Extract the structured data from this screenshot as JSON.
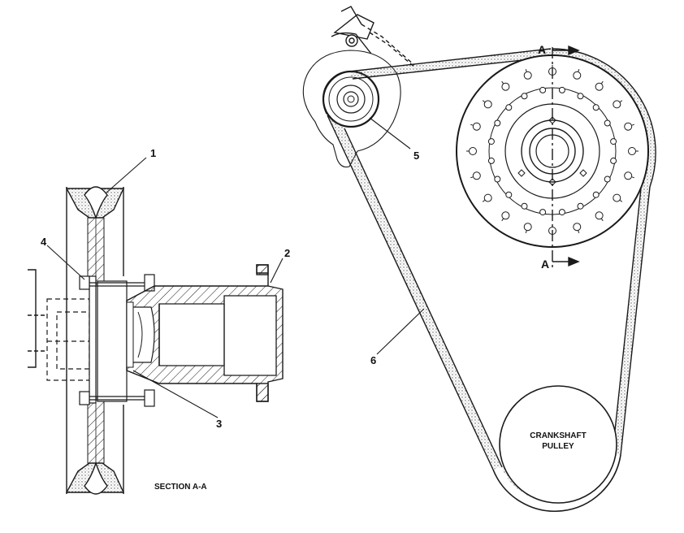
{
  "callouts": {
    "c1": "1",
    "c2": "2",
    "c3": "3",
    "c4": "4",
    "c5": "5",
    "c6": "6"
  },
  "section_label": "SECTION  A-A",
  "pulley_label": {
    "line1": "CRANKSHAFT",
    "line2": "PULLEY"
  },
  "section_marks": {
    "top": "A",
    "bottom": "A"
  },
  "colors": {
    "ink": "#1a1a1a",
    "paper": "#ffffff",
    "stipple": "#9a9a9a"
  }
}
